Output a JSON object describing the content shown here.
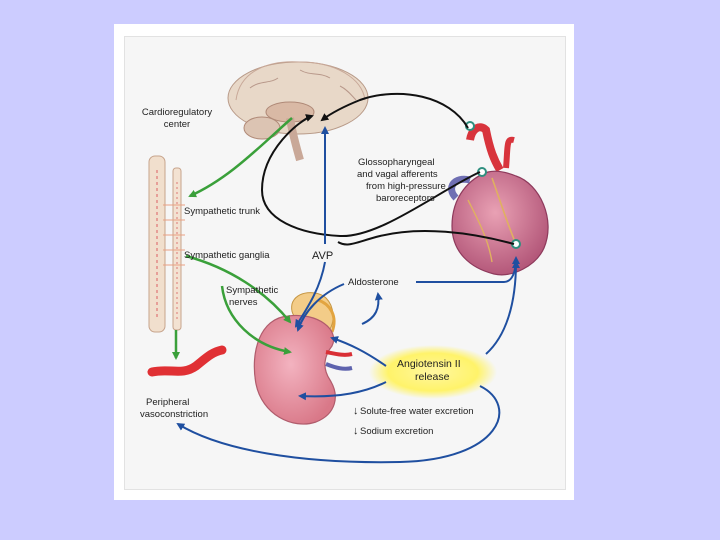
{
  "labels": {
    "cardio_line1": "Cardioregulatory",
    "cardio_line2": "center",
    "sympathetic_trunk": "Sympathetic trunk",
    "sympathetic_ganglia": "Sympathetic ganglia",
    "sympathetic_nerves_line1": "Sympathetic",
    "sympathetic_nerves_line2": "nerves",
    "peripheral_line1": "Peripheral",
    "peripheral_line2": "vasoconstriction",
    "glosso_line1": "Glossopharyngeal",
    "glosso_line2": "and vagal afferents",
    "glosso_line3": "from high-pressure",
    "glosso_line4": "baroreceptors",
    "avp": "AVP",
    "aldosterone": "Aldosterone",
    "angiotensin_line1": "Angiotensin II",
    "angiotensin_line2": "release",
    "solute_free": "Solute-free water excretion",
    "sodium": "Sodium excretion",
    "down_arrow": "↓"
  },
  "colors": {
    "background": "#ccccff",
    "sympathetic_arrows": "#3aa03a",
    "afferent_arrows": "#111111",
    "hormone_arrows": "#1f4fa0",
    "angiotensin_glow": "#fff36a"
  }
}
